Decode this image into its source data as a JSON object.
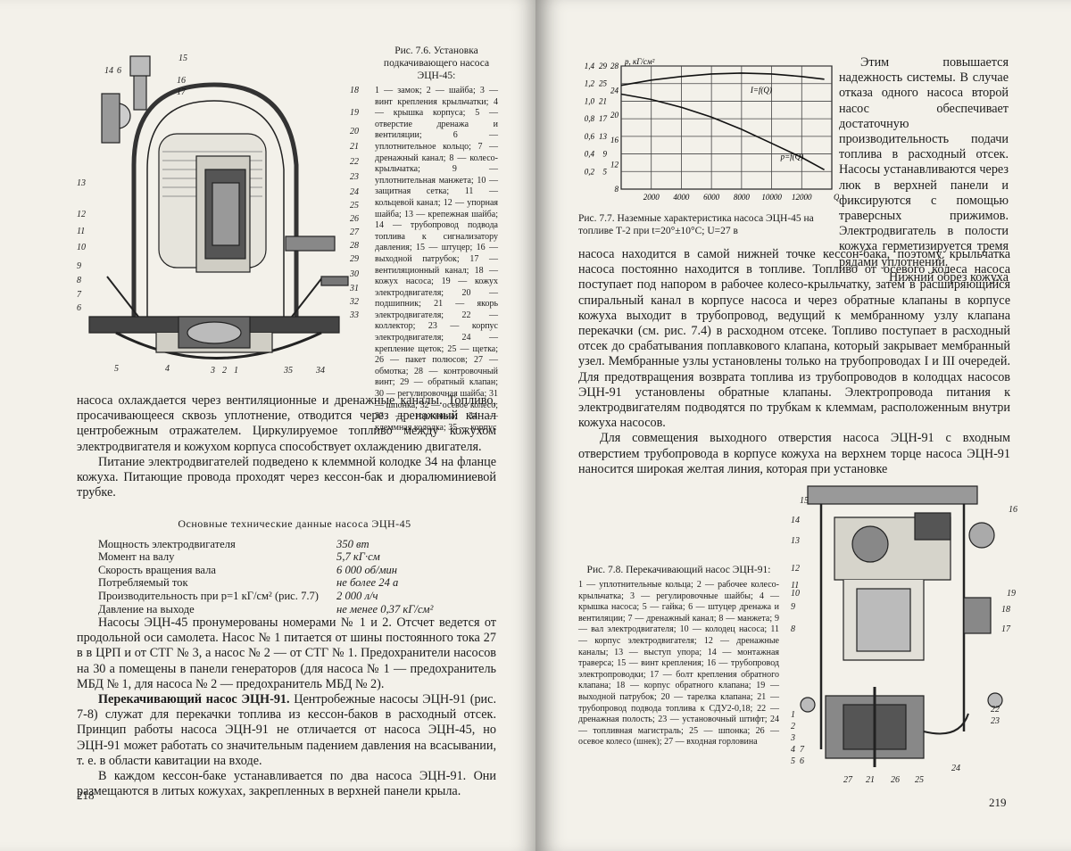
{
  "left_page": {
    "fig76_caption": {
      "title": "Рис. 7.6. Установка подкачивающего насоса ЭЦН-45:",
      "legend": "1 — замок; 2 — шайба; 3 — винт крепления крыльчатки; 4 — крышка корпуса; 5 — отверстие дренажа и вентиляции; 6 — уплотнительное кольцо; 7 — дренажный канал; 8 — колесо-крыльчатка; 9 — уплотнительная манжета; 10 — защитная сетка; 11 — кольцевой канал; 12 — упорная шайба; 13 — крепежная шайба; 14 — трубопровод подвода топлива к сигнализатору давления; 15 — штуцер; 16 — выходной патрубок; 17 — вентиляционный канал; 18 — кожух насоса; 19 — кожух электродвигателя; 20 — подшипник; 21 — якорь электродвигателя; 22 — коллектор; 23 — корпус электродвигателя; 24 — крепление щеток; 25 — щетка; 26 — пакет полюсов; 27 — обмотка; 28 — контровочный винт; 29 — обратный клапан; 30 — регулировочная шайба; 31 — шпонка; 32 — осевое колесо; 33 — горловина; 34 — клеммная колодка; 35 — корпус"
    },
    "fig76_callouts": [
      "15",
      "14",
      "6",
      "16",
      "17",
      "18",
      "19",
      "20",
      "21",
      "22",
      "23",
      "24",
      "25",
      "26",
      "27",
      "28",
      "29",
      "30",
      "31",
      "32",
      "33",
      "13",
      "12",
      "11",
      "10",
      "9",
      "8",
      "7",
      "6",
      "5",
      "4",
      "3",
      "2",
      "1",
      "35",
      "34"
    ],
    "para1": "насоса охлаждается через вентиляционные и дренажные каналы. Топливо, просачивающееся сквозь уплотнение, отводится через дренажный канал центробежным отражателем. Циркулируемое топливо между кожухом электродвигателя и кожухом корпуса способствует охлаждению двигателя.",
    "para2": "Питание электродвигателей подведено к клеммной колодке 34 на фланце кожуха. Питающие провода проходят через кессон-бак и дюралюминиевой трубке.",
    "specs_title": "Основные технические данные насоса ЭЦН-45",
    "specs": [
      {
        "label": "Мощность электродвигателя",
        "value": "350 вт"
      },
      {
        "label": "Момент на валу",
        "value": "5,7 кГ·см"
      },
      {
        "label": "Скорость вращения вала",
        "value": "6 000 об/мин"
      },
      {
        "label": "Потребляемый ток",
        "value": "не более 24 а"
      },
      {
        "label": "Производительность при p=1 кГ/см² (рис. 7.7)",
        "value": "2 000 л/ч"
      },
      {
        "label": "Давление на выходе",
        "value": "не менее 0,37 кГ/см²"
      }
    ],
    "para3": "Насосы ЭЦН-45 пронумерованы номерами № 1 и 2. Отсчет ведется от продольной оси самолета. Насос № 1 питается от шины постоянного тока 27 в в ЦРП и от СТГ № 3, а насос № 2 — от СТГ № 1. Предохранители насосов на 30 а помещены в панели генераторов (для насоса № 1 — предохранитель МБД № 1, для насоса № 2 — предохранитель МБД № 2).",
    "para4_heading": "Перекачивающий насос ЭЦН-91.",
    "para4": " Центробежные насосы ЭЦН-91 (рис. 7-8) служат для перекачки топлива из кессон-баков в расходный отсек. Принцип работы насоса ЭЦН-91 не отличается от насоса ЭЦН-45, но ЭЦН-91 может работать со значительным падением давления на всасывании, т. е. в области кавитации на входе.",
    "para5": "В каждом кессон-баке устанавливается по два насоса ЭЦН-91. Они размещаются в литых кожухах, закрепленных в верхней панели крыла.",
    "page_number": "218"
  },
  "right_page": {
    "para_top": "Этим повышается надежность системы. В случае отказа одного насоса второй насос обеспечивает достаточную производительность подачи топлива в расходный отсек. Насосы устанавливаются через люк в верхней панели и фиксируются с помощью траверсных прижимов. Электродвигатель в полости кожуха герметизируется тремя рядами уплотнений.",
    "para_mid_first": "Нижний обрез кожуха",
    "para_mid": "насоса находится в самой нижней точке кессон-бака, поэтому крыльчатка насоса постоянно находится в топливе. Топливо от осевого колеса насоса поступает под напором в рабочее колесо-крыльчатку, затем в расширяющийся спиральный канал в корпусе насоса и через обратные клапаны в корпусе кожуха выходит в трубопровод, ведущий к мембранному узлу клапана перекачки (см. рис. 7.4) в расходном отсеке. Топливо поступает в расходный отсек до срабатывания поплавкового клапана, который закрывает мембранный узел. Мембранные узлы установлены только на трубопроводах I и III очередей. Для предотвращения возврата топлива из трубопроводов в колодцах насосов ЭЦН-91 установлены обратные клапаны. Электропровода питания к электродвигателям подводятся по трубкам к клеммам, расположенным внутри кожуха насосов.",
    "para_end": "Для совмещения выходного отверстия насоса ЭЦН-91 с входным отверстием трубопровода в корпусе кожуха на верхнем торце насоса ЭЦН-91 наносится широкая желтая линия, которая при установке",
    "fig77_caption": "Рис. 7.7. Наземные характеристика насоса ЭЦН-45 на топливе Т-2 при t=20°±10°C; U=27 в",
    "fig78_caption": {
      "title": "Рис. 7.8. Перекачивающий насос ЭЦН-91:",
      "legend": "1 — уплотнительные кольца; 2 — рабочее колесо-крыльчатка; 3 — регулировочные шайбы; 4 — крышка насоса; 5 — гайка; 6 — штуцер дренажа и вентиляции; 7 — дренажный канал; 8 — манжета; 9 — вал электродвигателя; 10 — колодец насоса; 11 — корпус электродвигателя; 12 — дренажные каналы; 13 — выступ упора; 14 — монтажная траверса; 15 — винт крепления; 16 — трубопровод электропроводки; 17 — болт крепления обратного клапана; 18 — корпус обратного клапана; 19 — выходной патрубок; 20 — тарелка клапана; 21 — трубопровод подвода топлива к СДУ2-0,18; 22 — дренажная полость; 23 — установочный штифт; 24 — топливная магистраль; 25 — шпонка; 26 — осевое колесо (шнек); 27 — входная горловина"
    },
    "fig78_callouts": [
      "15",
      "16",
      "14",
      "13",
      "12",
      "11",
      "10",
      "19",
      "9",
      "18",
      "8",
      "17",
      "22",
      "23",
      "1",
      "2",
      "3",
      "4",
      "5",
      "6",
      "7",
      "24",
      "27",
      "21",
      "26",
      "25"
    ],
    "page_number": "219"
  },
  "chart_data": {
    "type": "line",
    "title": "",
    "xlabel": "Q, л/ч",
    "x_ticks": [
      "2000",
      "4000",
      "6000",
      "8000",
      "10000",
      "12000"
    ],
    "y_left_label": "p, кГ/см²",
    "y_left_ticks": [
      "1,4",
      "1,2",
      "1,0",
      "0,8",
      "0,6",
      "0,4",
      "0,2"
    ],
    "y_mid_ticks": [
      "29",
      "25",
      "21",
      "17",
      "13",
      "9",
      "5"
    ],
    "y_right_ticks": [
      "28",
      "24",
      "20",
      "16",
      "12",
      "8"
    ],
    "xlim": [
      0,
      14000
    ],
    "ylim": [
      0,
      1.4
    ],
    "grid": true,
    "series": [
      {
        "name": "I=f(Q)",
        "x": [
          0,
          2000,
          4000,
          6000,
          8000,
          10000,
          12000,
          13500
        ],
        "y": [
          1.18,
          1.24,
          1.28,
          1.31,
          1.32,
          1.31,
          1.28,
          1.25
        ]
      },
      {
        "name": "p=f(Q)",
        "x": [
          0,
          2000,
          4000,
          6000,
          8000,
          10000,
          12000,
          13500
        ],
        "y": [
          1.08,
          1.02,
          0.93,
          0.82,
          0.68,
          0.52,
          0.36,
          0.22
        ]
      }
    ]
  }
}
